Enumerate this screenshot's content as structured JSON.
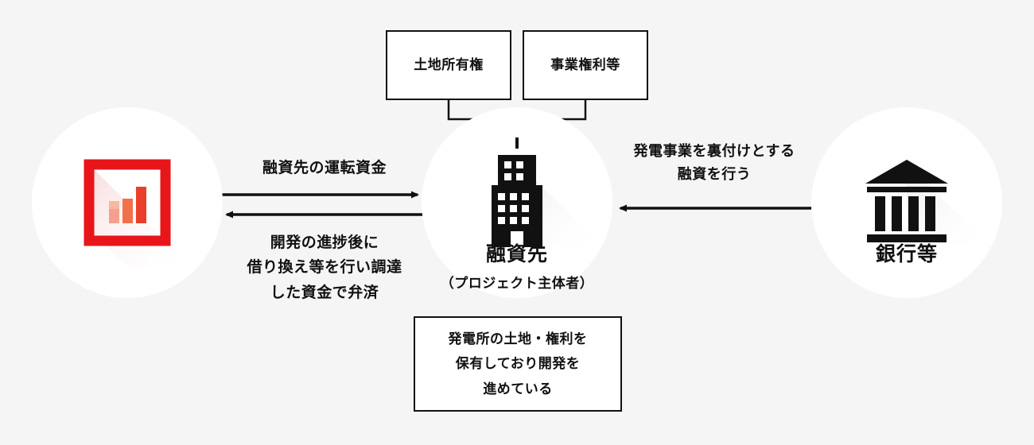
{
  "diagram": {
    "type": "flow-diagram",
    "background_color": "#f5f5f5",
    "accent_color": "#e8161a",
    "line_color": "#111111",
    "boxes": {
      "land": "土地所有権",
      "rights": "事業権利等",
      "note_lines": [
        "発電所の土地・権利を",
        "保有しており開発を",
        "進めている"
      ]
    },
    "nodes": {
      "left": {
        "icon": "chart-bars-icon",
        "label": ""
      },
      "middle": {
        "icon": "building-icon",
        "title": "融資先",
        "subtitle": "（プロジェクト主体者）"
      },
      "right": {
        "icon": "bank-icon",
        "title": "銀行等"
      }
    },
    "arrows": {
      "left_top_label": "融資先の運転資金",
      "left_bottom_label_lines": [
        "開発の進捗後に",
        "借り換え等を行い調達",
        "した資金で弁済"
      ],
      "right_label_lines": [
        "発電事業を裏付けとする",
        "融資を行う"
      ]
    }
  }
}
